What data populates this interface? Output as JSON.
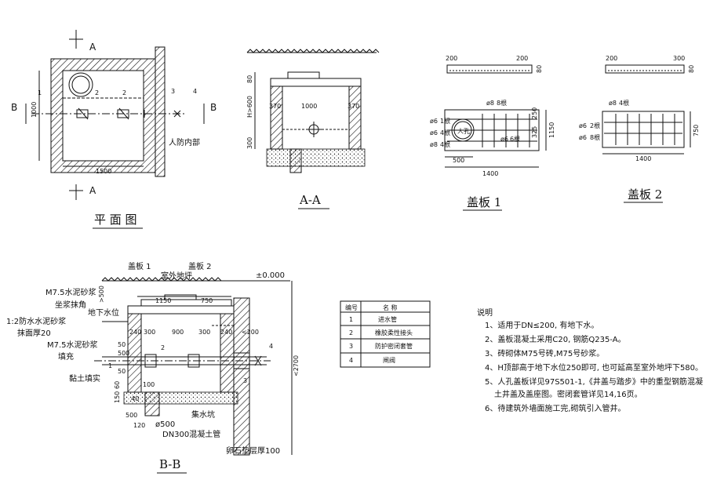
{
  "plan": {
    "section_mark": "A",
    "section_mark_b": "B",
    "dim_1000": "1000",
    "dim_1500": "1500",
    "label_civil_def": "人防内部",
    "leaders": [
      "1",
      "2",
      "2",
      "3",
      "4"
    ],
    "title": "平 面 图"
  },
  "section_aa": {
    "dim_80": "80",
    "dim_h": "H>600",
    "dim_300": "300",
    "dim_370_left": "370",
    "dim_1000": "1000",
    "dim_370_right": "370",
    "title": "A-A"
  },
  "cover1": {
    "dim_200_left": "200",
    "dim_200_right": "200",
    "dim_80": "80",
    "rebar_top": "ø8",
    "rebar_top_count": "8根",
    "rebar_a": "ø6",
    "rebar_a_count": "1根",
    "rebar_b": "ø6",
    "rebar_b_count": "4根",
    "rebar_c": "ø8",
    "rebar_c_count": "4根",
    "rebar_d": "ø6",
    "rebar_d_count": "6根",
    "dim_250": "250",
    "dim_325": "325",
    "dim_1150": "1150",
    "dim_500": "500",
    "dim_1400": "1400",
    "manhole_text": "人孔",
    "title": "盖板 1"
  },
  "cover2": {
    "dim_200": "200",
    "dim_300": "300",
    "dim_80": "80",
    "rebar_top": "ø8",
    "rebar_top_count": "4根",
    "rebar_a": "ø6",
    "rebar_a_count": "2根",
    "rebar_b": "ø6",
    "rebar_b_count": "8根",
    "dim_750": "750",
    "dim_1400": "1400",
    "title": "盖板 2"
  },
  "section_bb": {
    "cover1": "盖板 1",
    "cover2": "盖板 2",
    "ground": "室外地坪",
    "elev": "±0.000",
    "dim_500": ">500",
    "dim_2700": "<2700",
    "mortar1": "M7.5水泥砂浆",
    "mortar1b": "坐浆抹角",
    "waterproof": "1:2防水水泥砂浆",
    "waterproof_b": "抹面厚20",
    "groundwater": "地下水位",
    "mortar2": "M7.5水泥砂浆",
    "mortar2b": "填充",
    "fill": "黏土填实",
    "dim_1150": "1150",
    "dim_750": "750",
    "dim_240a": "240",
    "dim_300a": "300",
    "dim_900": "900",
    "dim_300b": "300",
    "dim_240b": "240",
    "dim_200": "<200",
    "dim_50a": "50",
    "dim_50b": "50",
    "dim_500s": "500",
    "dim_60": "60",
    "dim_150": "150",
    "dim_500b": "500",
    "dim_100": "100",
    "dim_40": "40",
    "dim_120": "120",
    "leaders": [
      "1",
      "2",
      "3",
      "4"
    ],
    "sump": "集水坑",
    "sump_dia": "ø500",
    "dn300": "DN300混凝土管",
    "gravel": "卵石垫层厚100",
    "title": "B-B"
  },
  "legend": {
    "headers": [
      "编号",
      "名 称"
    ],
    "rows": [
      {
        "no": "1",
        "name": "进水管"
      },
      {
        "no": "2",
        "name": "橡胶柔性接头"
      },
      {
        "no": "3",
        "name": "防护密闭套管"
      },
      {
        "no": "4",
        "name": "闸阀"
      }
    ]
  },
  "notes": {
    "title": "说明",
    "items": [
      "1、适用于DN≤200, 有地下水。",
      "2、盖板混凝土采用C20, 钢筋Q235-A。",
      "3、砖砌体M75号砖,M75号砂浆。",
      "4、H顶部高于地下水位250即可, 也可延高至室外地坪下580。",
      "5、人孔盖板详见97S501-1,《井盖与踏步》中的重型钢筋混凝",
      "土井盖及盖座图。密闭套管详见14,16页。",
      "6、待建筑外墙面施工完,砌筑引入管井。"
    ]
  }
}
